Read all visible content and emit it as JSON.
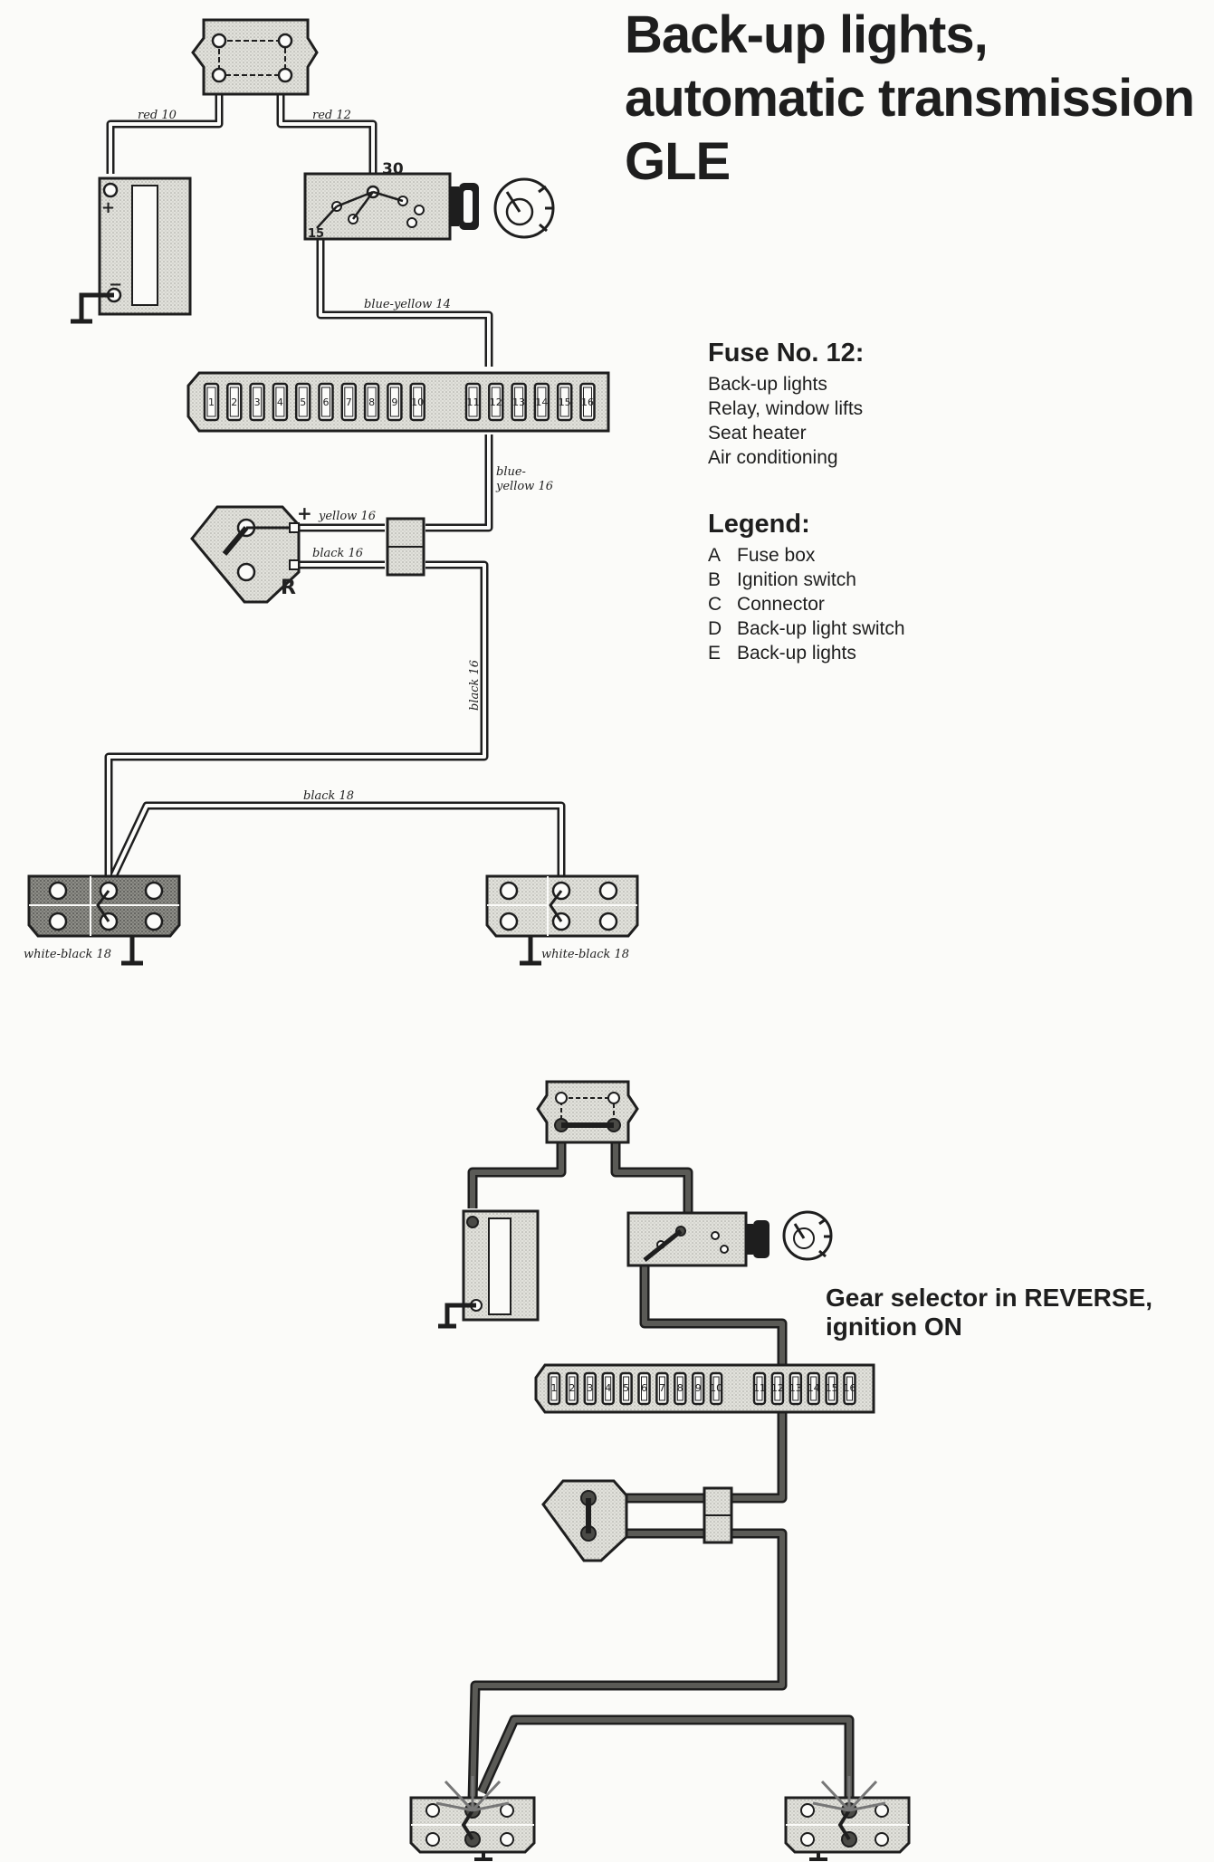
{
  "title": {
    "line1": "Back-up lights,",
    "line2": "automatic transmission",
    "line3": "GLE"
  },
  "fuse_info": {
    "heading": "Fuse No. 12:",
    "items": [
      "Back-up lights",
      "Relay, window lifts",
      "Seat heater",
      "Air conditioning"
    ]
  },
  "legend": {
    "heading": "Legend:",
    "items": [
      {
        "key": "A",
        "label": "Fuse box"
      },
      {
        "key": "B",
        "label": "Ignition switch"
      },
      {
        "key": "C",
        "label": "Connector"
      },
      {
        "key": "D",
        "label": "Back-up light switch"
      },
      {
        "key": "E",
        "label": "Back-up lights"
      }
    ]
  },
  "wires": {
    "red10": "red 10",
    "red12": "red 12",
    "blue_yellow_14": "blue-yellow 14",
    "blue_yellow_16_a": "blue-",
    "blue_yellow_16_b": "yellow 16",
    "yellow16": "yellow 16",
    "black16_h": "black 16",
    "black16_v": "black 16",
    "black18": "black 18",
    "white_black_left": "white-black 18",
    "white_black_right": "white-black 18"
  },
  "terminals": {
    "t30": "30",
    "t15": "15",
    "plus": "+",
    "minus": "−",
    "switch_plus": "+",
    "switch_r": "R"
  },
  "fuse_numbers": [
    "1",
    "2",
    "3",
    "4",
    "5",
    "6",
    "7",
    "8",
    "9",
    "10",
    "11",
    "12",
    "13",
    "14",
    "15",
    "16"
  ],
  "gear_note": {
    "line1": "Gear selector in REVERSE,",
    "line2": "ignition ON"
  },
  "colors": {
    "ink": "#1e1e1e",
    "component_fill": "#dcdcd6",
    "active_wire": "#4a4a4a",
    "paper": "#fbfbf9"
  }
}
